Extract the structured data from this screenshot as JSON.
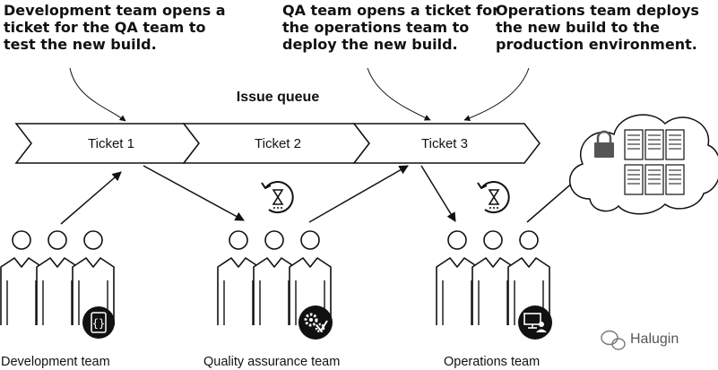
{
  "annotations": {
    "dev_note": "Development team opens a\nticket for the QA team to\ntest the new build.",
    "qa_note": "QA team opens a ticket for\nthe operations team to\ndeploy the new build.",
    "ops_note": "Operations team deploys\nthe new build to the\nproduction environment."
  },
  "queue": {
    "title": "Issue queue",
    "tickets": [
      "Ticket 1",
      "Ticket 2",
      "Ticket 3"
    ]
  },
  "teams": {
    "dev": "Development team",
    "qa": "Quality assurance team",
    "ops": "Operations team"
  },
  "watermark": "Halugin",
  "icons": {
    "dev": "code-braces-icon",
    "qa": "gears-check-icon",
    "ops": "monitor-user-icon",
    "wait": "hourglass-refresh-icon",
    "cloud": "cloud-servers-icon",
    "lock": "lock-icon"
  }
}
